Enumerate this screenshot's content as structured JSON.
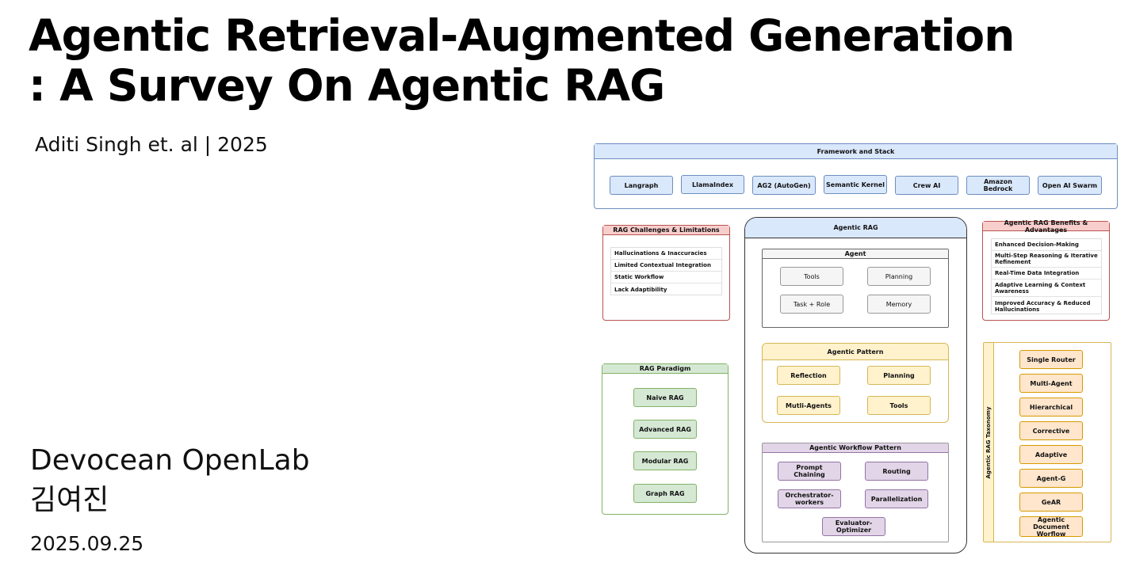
{
  "slide": {
    "title_line1": "Agentic Retrieval-Augmented Generation",
    "title_line2": ": A Survey On Agentic RAG",
    "authors": "Aditi Singh et. al | 2025",
    "org": "Devocean OpenLab",
    "presenter": "김여진",
    "date": "2025.09.25"
  },
  "diagram": {
    "framework": {
      "title": "Framework and Stack",
      "items": [
        "Langraph",
        "LlamaIndex",
        "AG2 (AutoGen)",
        "Semantic Kernel",
        "Crew AI",
        "Amazon Bedrock",
        "Open AI Swarm"
      ]
    },
    "challenges": {
      "title": "RAG Challenges & Limitations",
      "items": [
        "Hallucinations & Inaccuracies",
        "Limited Contextual Integration",
        "Static Workflow",
        "Lack Adaptibility"
      ]
    },
    "paradigm": {
      "title": "RAG Paradigm",
      "items": [
        "Naive RAG",
        "Advanced RAG",
        "Modular RAG",
        "Graph RAG"
      ]
    },
    "agentic_rag": {
      "title": "Agentic RAG",
      "agent": {
        "title": "Agent",
        "items": [
          "Tools",
          "Planning",
          "Task + Role",
          "Memory"
        ]
      },
      "pattern": {
        "title": "Agentic Pattern",
        "items": [
          "Reflection",
          "Planning",
          "Mutli-Agents",
          "Tools"
        ]
      },
      "workflow": {
        "title": "Agentic Workflow Pattern",
        "items": [
          "Prompt Chaining",
          "Routing",
          "Orchestrator-workers",
          "Parallelization",
          "Evaluator-Optimizer"
        ]
      }
    },
    "benefits": {
      "title": "Agentic RAG Benefits & Advantages",
      "items": [
        "Enhanced Decision-Making",
        "Multi-Step Reasoning & Iterative Refinement",
        "Real-Time Data Integration",
        "Adaptive Learning & Context Awareness",
        "Improved Accuracy & Reduced Hallucinations"
      ]
    },
    "taxonomy": {
      "title": "Agentic RAG Taxonomy",
      "items": [
        "Single Router",
        "Multi-Agent",
        "Hierarchical",
        "Corrective",
        "Adaptive",
        "Agent-G",
        "GeAR",
        "Agentic Document Worflow"
      ]
    }
  },
  "colors": {
    "blue_fill": "#dae8fc",
    "blue_stroke": "#6c8ebf",
    "red_fill": "#f8cecc",
    "red_stroke": "#b85450",
    "green_fill": "#d5e8d4",
    "green_stroke": "#82b366",
    "yellow_fill": "#fff2cc",
    "yellow_stroke": "#d6b656",
    "orange_fill": "#ffe6cc",
    "orange_stroke": "#d79b00",
    "purple_fill": "#e1d5e7",
    "purple_stroke": "#9673a6",
    "gray_fill": "#f5f5f5",
    "gray_stroke": "#666666"
  }
}
